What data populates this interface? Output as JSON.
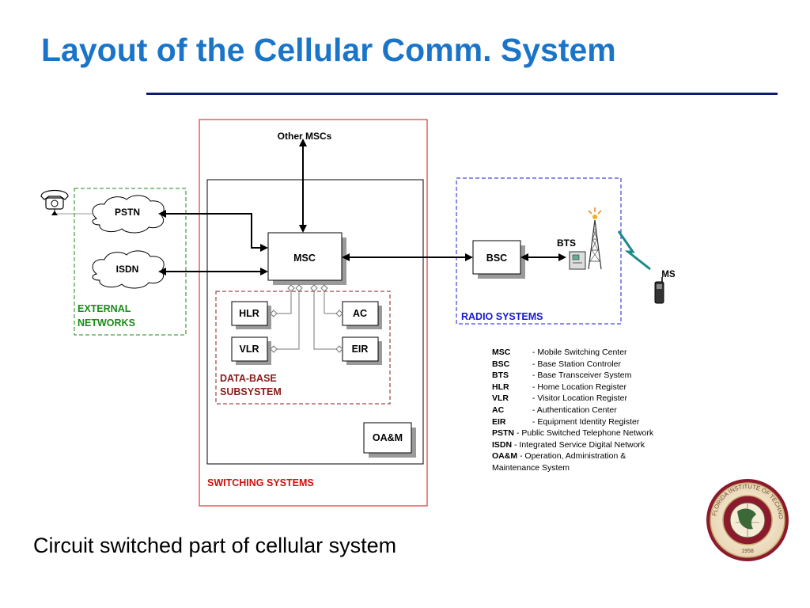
{
  "slide": {
    "title": "Layout of the Cellular Comm. System",
    "caption": "Circuit switched part of cellular system"
  },
  "diagram": {
    "groups": {
      "external": "EXTERNAL NETWORKS",
      "switching": "SWITCHING SYSTEMS",
      "database": "DATA-BASE SUBSYSTEM",
      "radio": "RADIO SYSTEMS"
    },
    "nodes": {
      "other_mscs": "Other MSCs",
      "pstn": "PSTN",
      "isdn": "ISDN",
      "msc": "MSC",
      "hlr": "HLR",
      "vlr": "VLR",
      "ac": "AC",
      "eir": "EIR",
      "oam": "OA&M",
      "bsc": "BSC",
      "bts": "BTS",
      "ms": "MS"
    },
    "colors": {
      "title": "#1a75c9",
      "external_group": "#1a8a1a",
      "switching_group": "#d01010",
      "database_group": "#8b1a1a",
      "radio_group": "#1a1ad0"
    }
  },
  "legend": [
    {
      "abbr": "MSC",
      "def": "- Mobile Switching Center"
    },
    {
      "abbr": "BSC",
      "def": "- Base Station Controler"
    },
    {
      "abbr": "BTS",
      "def": "- Base Transceiver System"
    },
    {
      "abbr": "HLR",
      "def": "- Home Location Register"
    },
    {
      "abbr": "VLR",
      "def": "- Visitor Location Register"
    },
    {
      "abbr": "AC",
      "def": "- Authentication Center"
    },
    {
      "abbr": "EIR",
      "def": "- Equipment Identity Register"
    },
    {
      "abbr": "PSTN",
      "def": "- Public Switched Telephone Network"
    },
    {
      "abbr": "ISDN",
      "def": " - Integrated Service Digital Network"
    },
    {
      "abbr": "OA&M",
      "def": "- Operation, Administration &"
    },
    {
      "abbr": "",
      "def": "Maintenance System"
    }
  ],
  "seal": {
    "text_top": "FLORIDA INSTITUTE OF TECHNOLOGY",
    "year": "1958"
  }
}
